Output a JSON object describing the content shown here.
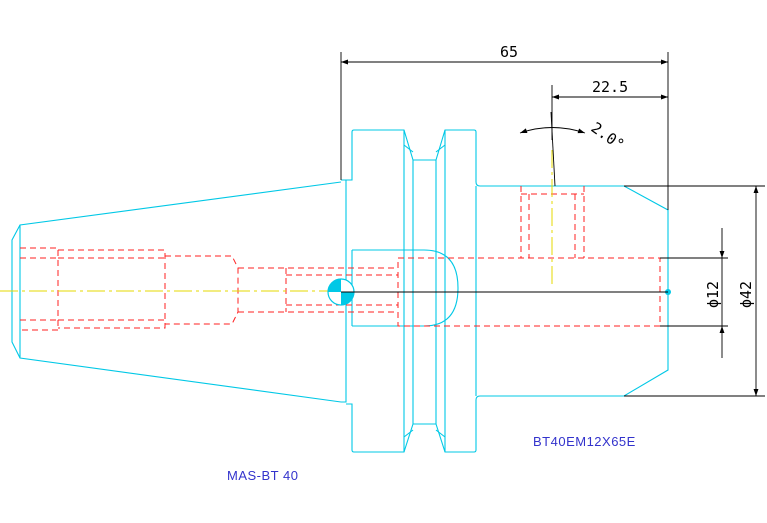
{
  "drawing": {
    "dimensions": {
      "overall_length": "65",
      "flange_length": "22.5",
      "taper_angle": "2.0°",
      "bore_diameter": "ϕ12",
      "body_diameter": "ϕ42"
    },
    "labels": {
      "holder_model": "BT40EM12X65E",
      "standard": "MAS-BT 40"
    },
    "colors": {
      "outline": "#00c8e6",
      "hidden": "#ff2020",
      "centerline": "#e6d800",
      "dimension": "#000000",
      "label": "#3333cc"
    }
  }
}
